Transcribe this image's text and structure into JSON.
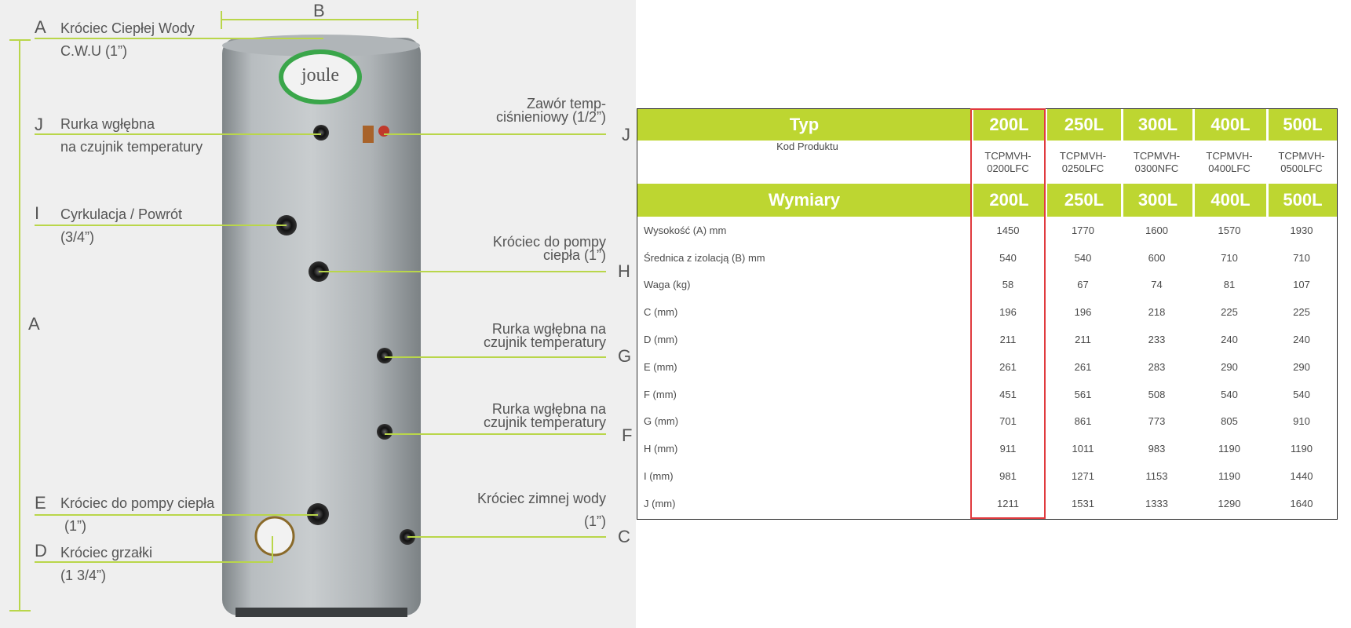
{
  "diagram": {
    "dimension_b": "B",
    "dimension_a": "A",
    "logo_text": "joule",
    "labels": {
      "A_letter": "A",
      "A_line1": "Króciec Ciepłej Wody",
      "A_line2": "C.W.U (1”)",
      "J_letter": "J",
      "J_line1": "Rurka wgłębna",
      "J_line2": "na czujnik temperatury",
      "I_letter": "I",
      "I_line1": "Cyrkulacja / Powrót",
      "I_line2": "(3/4”)",
      "E_letter": "E",
      "E_line1": "Króciec do pompy ciepła",
      "E_line2": "(1”)",
      "D_letter": "D",
      "D_line1": "Króciec grzałki",
      "D_line2": "(1 3/4”)",
      "Jr_letter": "J",
      "Jr_line1": "Zawór temp-",
      "Jr_line2": "ciśnieniowy (1/2”)",
      "H_letter": "H",
      "H_line1": "Króciec do pompy",
      "H_line2": "ciepła (1”)",
      "G_letter": "G",
      "G_line1": "Rurka wgłębna na",
      "G_line2": "czujnik temperatury",
      "F_letter": "F",
      "F_line1": "Rurka wgłębna na",
      "F_line2": "czujnik temperatury",
      "C_letter": "C",
      "C_line1": "Króciec zimnej wody",
      "C_line2": "(1”)"
    },
    "colors": {
      "leader": "#b9d64a",
      "tank": "#a9aeb1",
      "logo_ring": "#3aa64a"
    }
  },
  "table": {
    "header": [
      "Typ",
      "200L",
      "250L",
      "300L",
      "400L",
      "500L"
    ],
    "code_row": {
      "label": "Kod Produktu",
      "values": [
        [
          "TCPMVH-",
          "0200LFC"
        ],
        [
          "TCPMVH-",
          "0250LFC"
        ],
        [
          "TCPMVH-",
          "0300NFC"
        ],
        [
          "TCPMVH-",
          "0400LFC"
        ],
        [
          "TCPMVH-",
          "0500LFC"
        ]
      ]
    },
    "header2": [
      "Wymiary",
      "200L",
      "250L",
      "300L",
      "400L",
      "500L"
    ],
    "rows": [
      [
        "Wysokość (A) mm",
        "1450",
        "1770",
        "1600",
        "1570",
        "1930"
      ],
      [
        "Średnica z izolacją (B) mm",
        "540",
        "540",
        "600",
        "710",
        "710"
      ],
      [
        "Waga (kg)",
        "58",
        "67",
        "74",
        "81",
        "107"
      ],
      [
        "C (mm)",
        "196",
        "196",
        "218",
        "225",
        "225"
      ],
      [
        "D (mm)",
        "211",
        "211",
        "233",
        "240",
        "240"
      ],
      [
        "E (mm)",
        "261",
        "261",
        "283",
        "290",
        "290"
      ],
      [
        "F (mm)",
        "451",
        "561",
        "508",
        "540",
        "540"
      ],
      [
        "G (mm)",
        "701",
        "861",
        "773",
        "805",
        "910"
      ],
      [
        "H (mm)",
        "911",
        "1011",
        "983",
        "1190",
        "1190"
      ],
      [
        "I (mm)",
        "981",
        "1271",
        "1153",
        "1190",
        "1440"
      ],
      [
        "J (mm)",
        "1211",
        "1531",
        "1333",
        "1290",
        "1640"
      ]
    ],
    "colors": {
      "header_bg": "#bdd631",
      "highlight": "#e03a3e"
    }
  }
}
